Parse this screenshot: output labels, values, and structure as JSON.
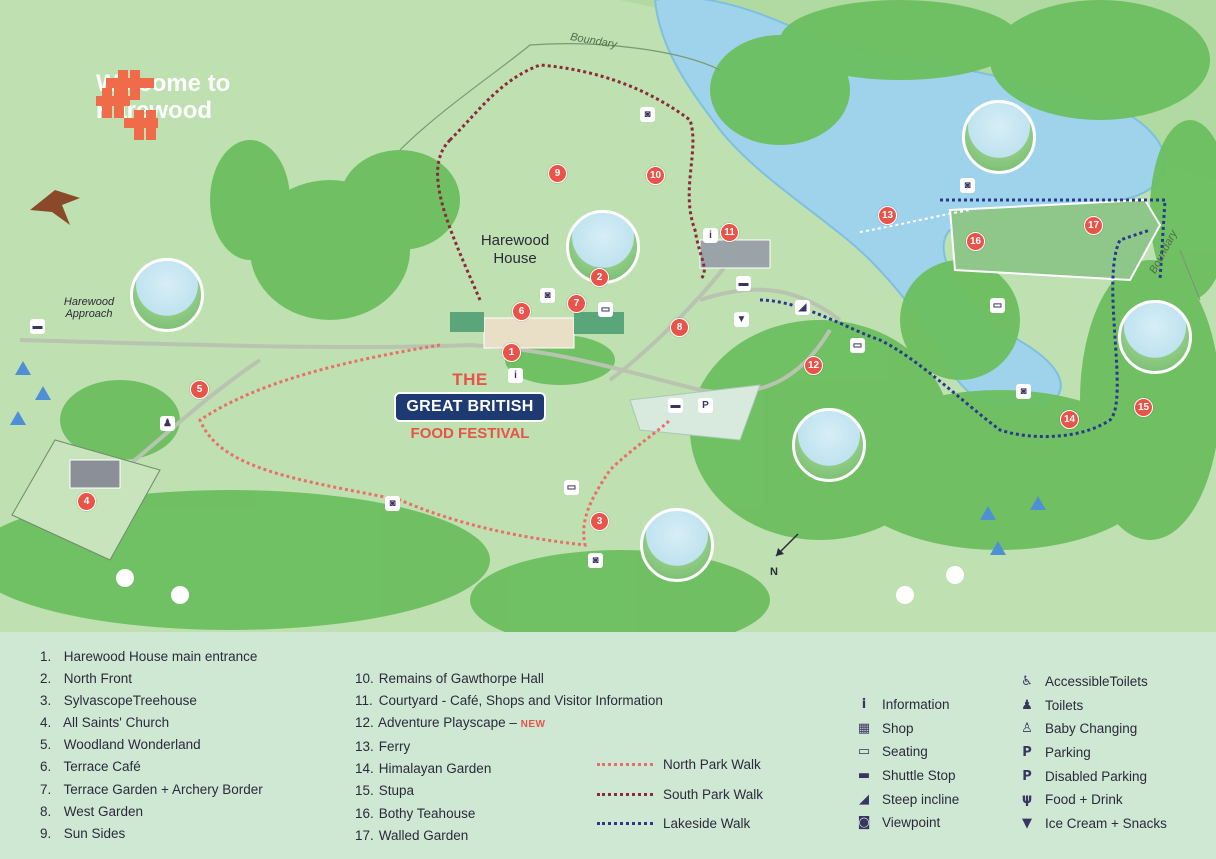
{
  "header": {
    "title": "Welcome to Harewood"
  },
  "map_labels": {
    "harewood_house": "Harewood House",
    "approach": "Harewood Approach",
    "boundary_top": "Boundary",
    "boundary_right": "Boundary",
    "compass": "N"
  },
  "festival": {
    "line1": "THE",
    "line2": "GREAT BRITISH",
    "line3": "FOOD FESTIVAL"
  },
  "markers": [
    "1",
    "2",
    "3",
    "4",
    "5",
    "6",
    "7",
    "8",
    "9",
    "10",
    "11",
    "12",
    "13",
    "14",
    "15",
    "16",
    "17"
  ],
  "places": [
    {
      "n": "1.",
      "label": "Harewood House main entrance"
    },
    {
      "n": "2.",
      "label": "North Front"
    },
    {
      "n": "3.",
      "label": "SylvascopeTreehouse"
    },
    {
      "n": "4.",
      "label": "All Saints' Church"
    },
    {
      "n": "5.",
      "label": "Woodland Wonderland"
    },
    {
      "n": "6.",
      "label": "Terrace Café"
    },
    {
      "n": "7.",
      "label": "Terrace Garden + Archery Border"
    },
    {
      "n": "8.",
      "label": "West Garden"
    },
    {
      "n": "9.",
      "label": "Sun Sides"
    },
    {
      "n": "10.",
      "label": "Remains of Gawthorpe Hall"
    },
    {
      "n": "11.",
      "label": "Courtyard - Café, Shops and Visitor Information"
    },
    {
      "n": "12.",
      "label": "Adventure Playscape –",
      "badge": "NEW"
    },
    {
      "n": "13.",
      "label": "Ferry"
    },
    {
      "n": "14.",
      "label": "Himalayan Garden"
    },
    {
      "n": "15.",
      "label": "Stupa"
    },
    {
      "n": "16.",
      "label": "Bothy Teahouse"
    },
    {
      "n": "17.",
      "label": "Walled Garden"
    }
  ],
  "walks": [
    {
      "label": "North Park Walk",
      "color": "#e8706a"
    },
    {
      "label": "South Park Walk",
      "color": "#8a2a3a"
    },
    {
      "label": "Lakeside Walk",
      "color": "#2a3a8a"
    }
  ],
  "key_left": [
    {
      "icon": "info-icon",
      "glyph": "i",
      "label": "Information"
    },
    {
      "icon": "shop-icon",
      "glyph": "▦",
      "label": "Shop"
    },
    {
      "icon": "seating-icon",
      "glyph": "▭",
      "label": "Seating"
    },
    {
      "icon": "shuttle-icon",
      "glyph": "▬",
      "label": "Shuttle Stop"
    },
    {
      "icon": "incline-icon",
      "glyph": "◢",
      "label": "Steep incline"
    },
    {
      "icon": "camera-icon",
      "glyph": "◙",
      "label": "Viewpoint"
    }
  ],
  "key_right": [
    {
      "icon": "accessible-icon",
      "glyph": "♿",
      "label": "AccessibleToilets"
    },
    {
      "icon": "toilets-icon",
      "glyph": "♟",
      "label": "Toilets"
    },
    {
      "icon": "baby-icon",
      "glyph": "♙",
      "label": "Baby Changing"
    },
    {
      "icon": "parking-icon",
      "glyph": "P",
      "label": "Parking"
    },
    {
      "icon": "disabled-parking-icon",
      "glyph": "P",
      "label": "Disabled Parking"
    },
    {
      "icon": "food-icon",
      "glyph": "ψ",
      "label": "Food + Drink"
    },
    {
      "icon": "ice-cream-icon",
      "glyph": "▼",
      "label": "Ice Cream + Snacks"
    }
  ],
  "colors": {
    "grass": "#bfe0b0",
    "lake": "#9fd3ec",
    "tree": "#6cbf5f",
    "marker": "#e8534a",
    "legend_bg": "#cfe8d4",
    "brand": "#f06b4a"
  }
}
